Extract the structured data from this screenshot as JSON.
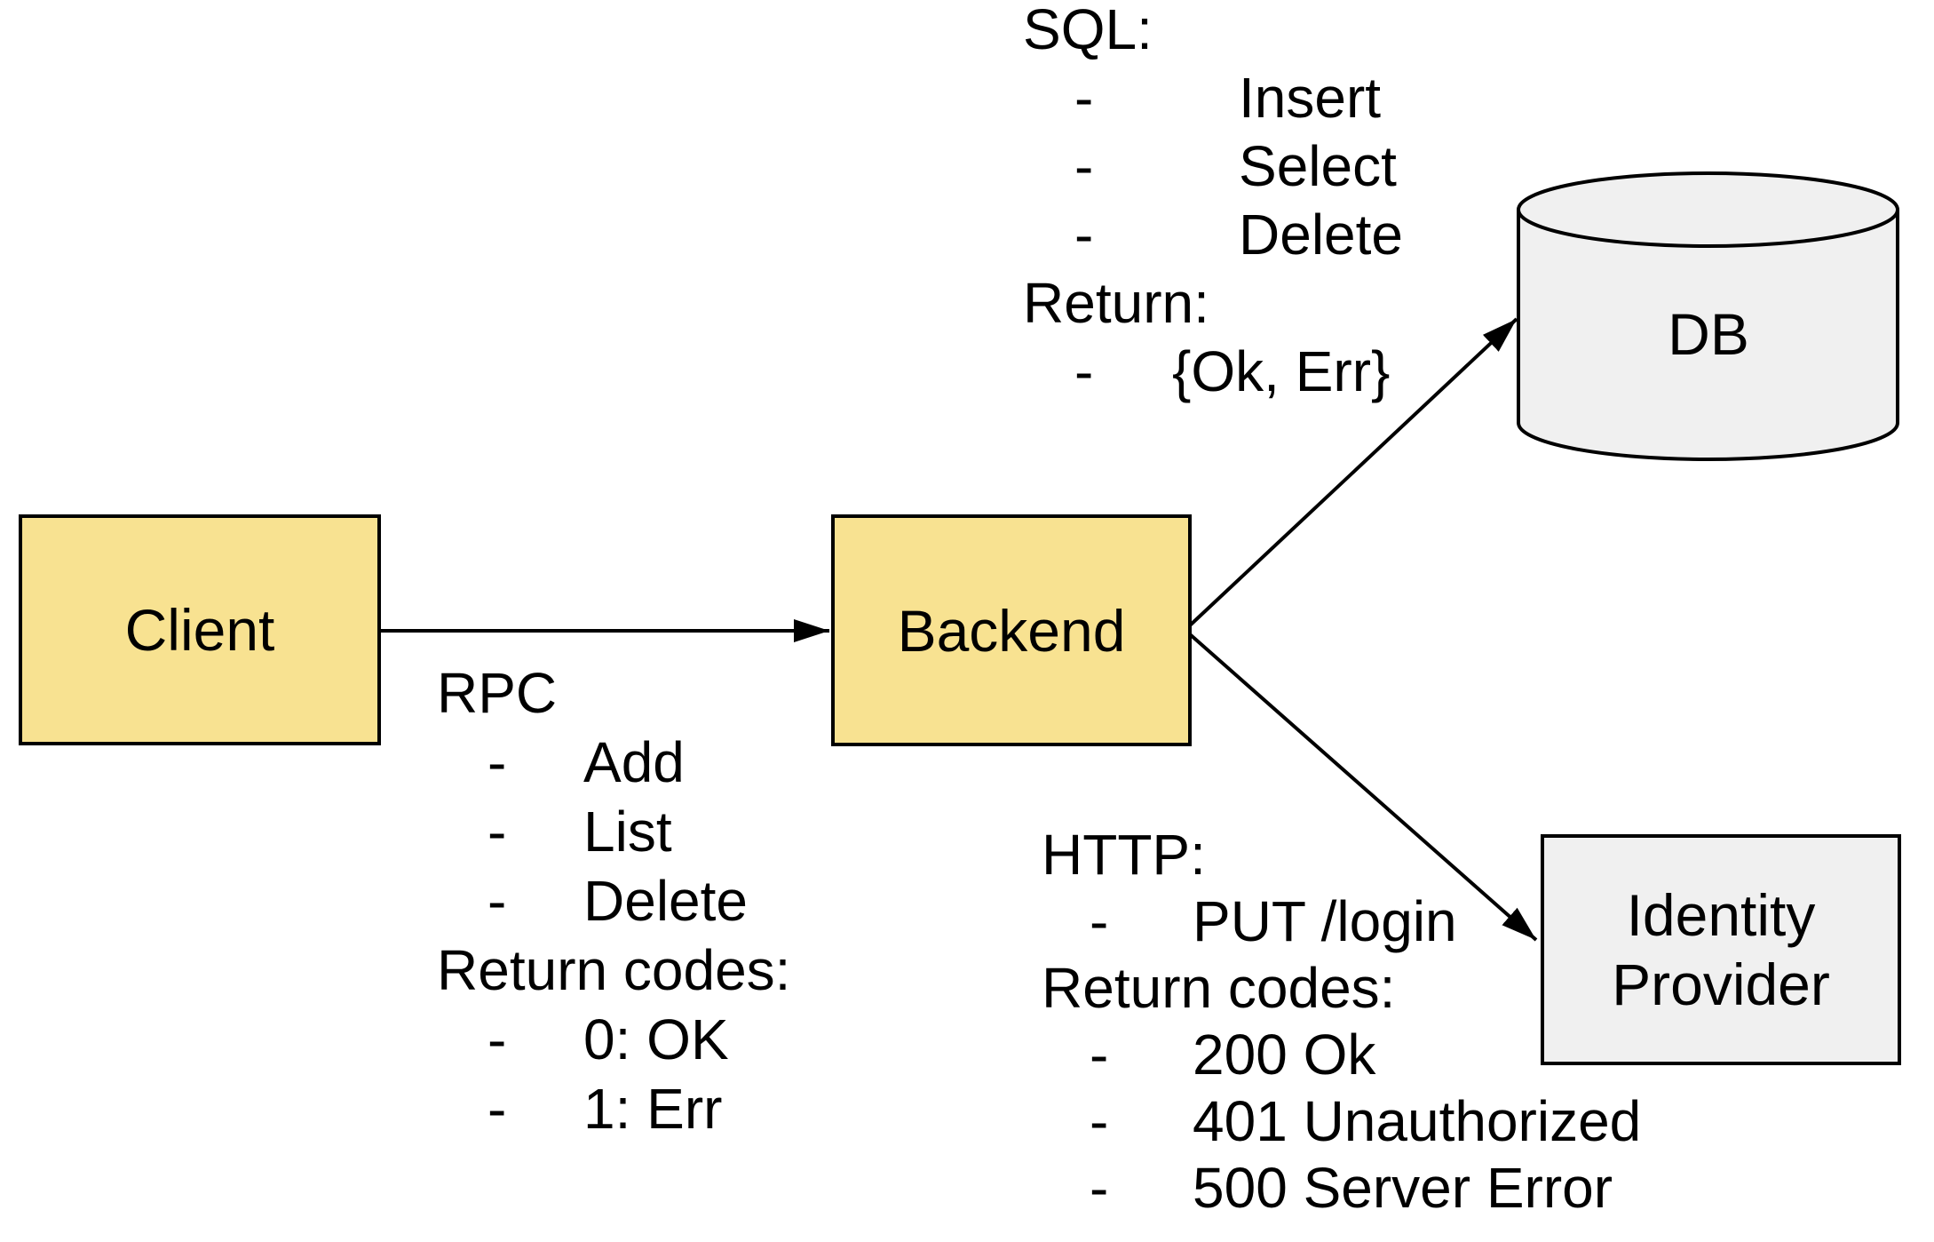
{
  "diagram": {
    "nodes": {
      "client": {
        "label": "Client"
      },
      "backend": {
        "label": "Backend"
      },
      "db": {
        "label": "DB"
      },
      "identity_provider": {
        "label": "Identity Provider"
      }
    },
    "bullet_glyph": "-",
    "annotations": {
      "sql": {
        "heading": "SQL:",
        "bullets": [
          "Insert",
          "Select",
          "Delete"
        ],
        "subheading": "Return:",
        "subbullets": [
          "{Ok, Err}"
        ]
      },
      "rpc": {
        "heading": "RPC",
        "bullets": [
          "Add",
          "List",
          "Delete"
        ],
        "subheading": "Return codes:",
        "subbullets": [
          "0: OK",
          "1: Err"
        ]
      },
      "http": {
        "heading": "HTTP:",
        "bullets": [
          "PUT /login"
        ],
        "subheading": "Return codes:",
        "subbullets": [
          "200 Ok",
          "401 Unauthorized",
          "500 Server Error"
        ]
      }
    },
    "colors": {
      "node_fill_yellow": "#F8E291",
      "node_fill_gray": "#F0F0F0",
      "stroke": "#000000",
      "background": "#FFFFFF"
    }
  }
}
